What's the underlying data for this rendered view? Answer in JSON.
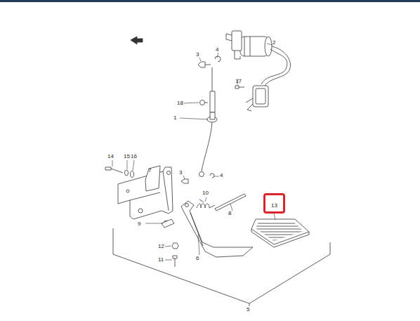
{
  "diagram": {
    "nodes": [
      {
        "text": [
          "13"
        ]
      }
    ],
    "labels": [
      "2",
      "3",
      "4",
      "17",
      "18",
      "1",
      "14",
      "15",
      "16",
      "7",
      "3",
      "4",
      "10",
      "8",
      "9",
      "12",
      "11",
      "6",
      "5"
    ]
  }
}
